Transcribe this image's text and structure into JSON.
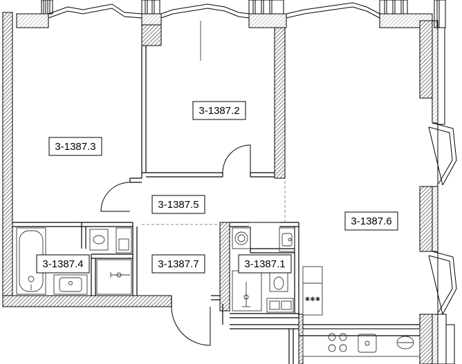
{
  "rooms": [
    {
      "id": "r1",
      "label": "3-1387.3"
    },
    {
      "id": "r2",
      "label": "3-1387.2"
    },
    {
      "id": "r3",
      "label": "3-1387.5"
    },
    {
      "id": "r4",
      "label": "3-1387.6"
    },
    {
      "id": "r5",
      "label": "3-1387.4"
    },
    {
      "id": "r6",
      "label": "3-1387.7"
    },
    {
      "id": "r7",
      "label": "3-1387.1"
    }
  ],
  "colors": {
    "wall": "#7a7a7a",
    "wall_dark": "#4a4a4a",
    "hatch": "#8c8c8c",
    "line": "#000000",
    "thin_line": "#555555"
  }
}
